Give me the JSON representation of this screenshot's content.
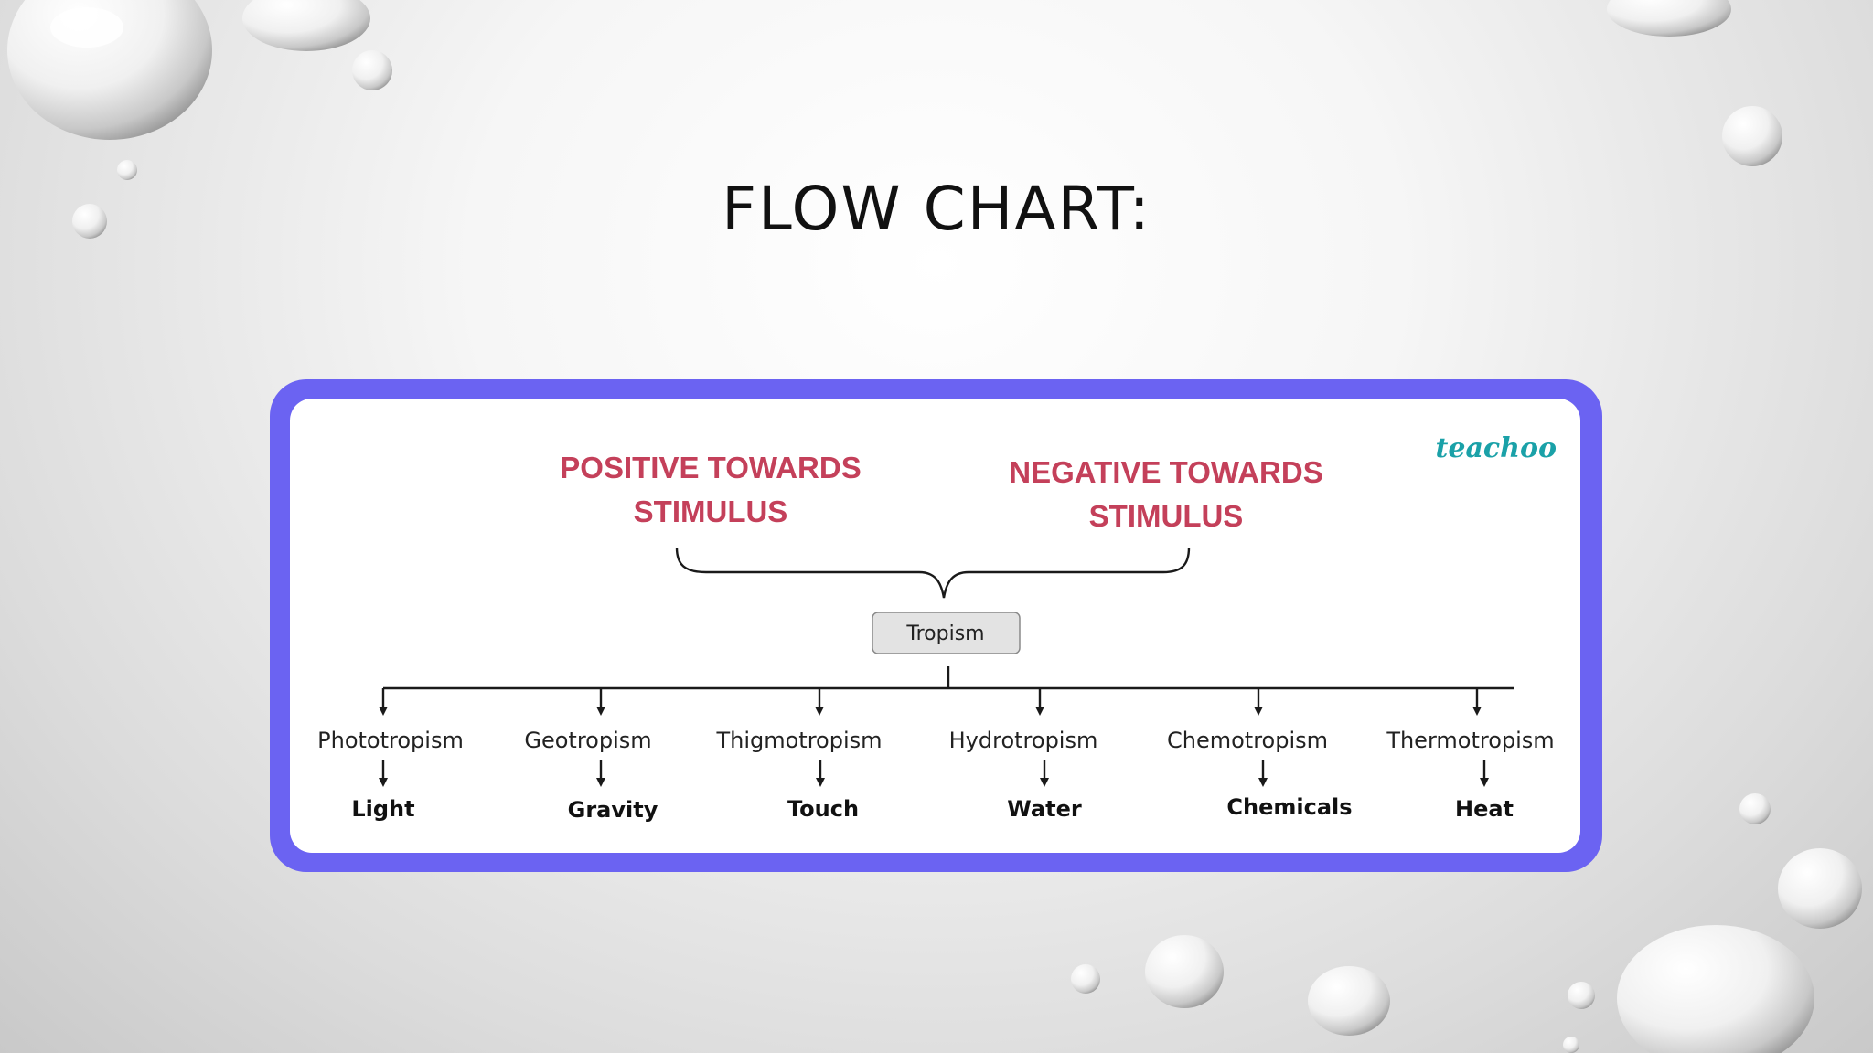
{
  "slide": {
    "title": "FLOW CHART:"
  },
  "diagram": {
    "brand": "teachoo",
    "positive_line1": "POSITIVE TOWARDS",
    "positive_line2": "STIMULUS",
    "negative_line1": "NEGATIVE TOWARDS",
    "negative_line2": "STIMULUS",
    "root": "Tropism",
    "branches": [
      {
        "type": "Phototropism",
        "stimulus": "Light"
      },
      {
        "type": "Geotropism",
        "stimulus": "Gravity"
      },
      {
        "type": "Thigmotropism",
        "stimulus": "Touch"
      },
      {
        "type": "Hydrotropism",
        "stimulus": "Water"
      },
      {
        "type": "Chemotropism",
        "stimulus": "Chemicals"
      },
      {
        "type": "Thermotropism",
        "stimulus": "Heat"
      }
    ],
    "colors": {
      "frame": "#6b63f2",
      "heading": "#c4405a",
      "brand": "#1aa1a8"
    }
  }
}
